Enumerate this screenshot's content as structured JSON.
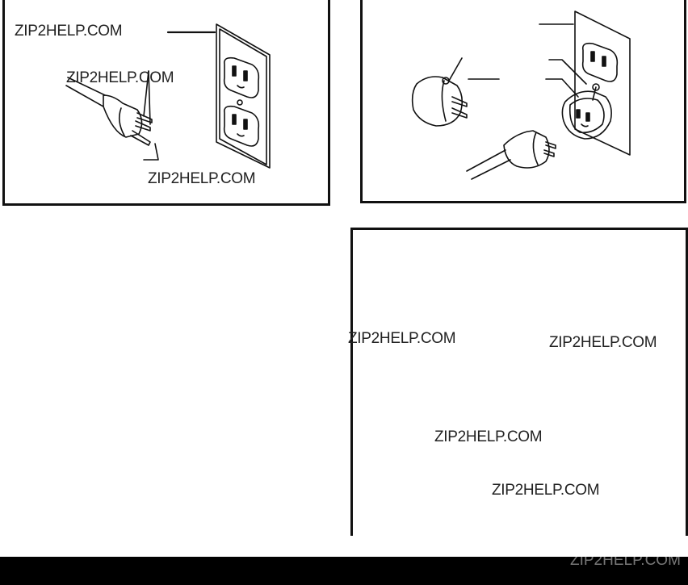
{
  "watermarks": {
    "w1": "ZIP2HELP.COM",
    "w2": "ZIP2HELP.COM",
    "w3": "ZIP2HELP.COM",
    "w4": "ZIP2HELP.COM",
    "w5": "ZIP2HELP.COM",
    "w6": "ZIP2HELP.COM",
    "w7": "ZIP2HELP.COM",
    "footer": "ZIP2HELP.COM"
  },
  "colors": {
    "line": "#111111",
    "background": "#ffffff",
    "footer": "#000000"
  }
}
